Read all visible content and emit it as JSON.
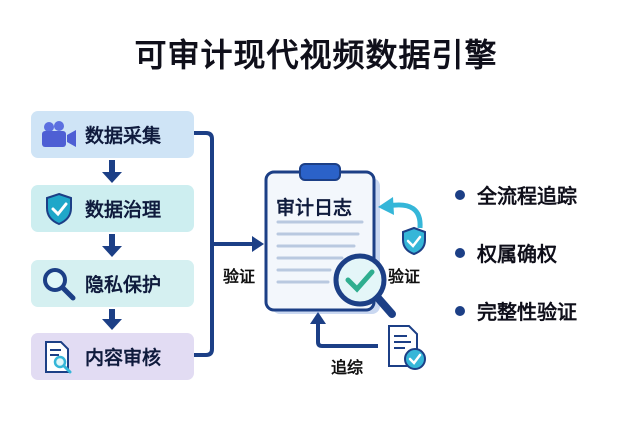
{
  "title": "可审计现代视频数据引擎",
  "steps": [
    {
      "label": "数据采集",
      "icon": "video-camera-icon"
    },
    {
      "label": "数据治理",
      "icon": "shield-check-icon"
    },
    {
      "label": "隐私保护",
      "icon": "magnifier-icon"
    },
    {
      "label": "内容审核",
      "icon": "document-search-icon"
    }
  ],
  "audit_log": {
    "title": "审计日志",
    "icon": "clipboard-icon"
  },
  "labels": {
    "verify_left": "验证",
    "verify_right": "验证",
    "trace": "追综"
  },
  "features": [
    "全流程追踪",
    "权属确权",
    "完整性验证"
  ],
  "colors": {
    "navy": "#1c3f86",
    "teal": "#35b6d8",
    "accent_green": "#3dbfae"
  }
}
